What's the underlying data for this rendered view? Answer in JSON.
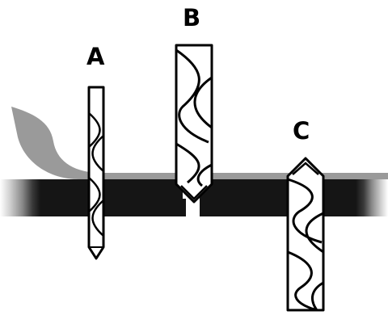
{
  "labels": {
    "a": "A",
    "b": "B",
    "c": "C"
  },
  "colors": {
    "board": "#151515",
    "peel": "#9a9a9a",
    "outline": "#000000",
    "bit_fill": "#ffffff",
    "background": "#ffffff"
  }
}
